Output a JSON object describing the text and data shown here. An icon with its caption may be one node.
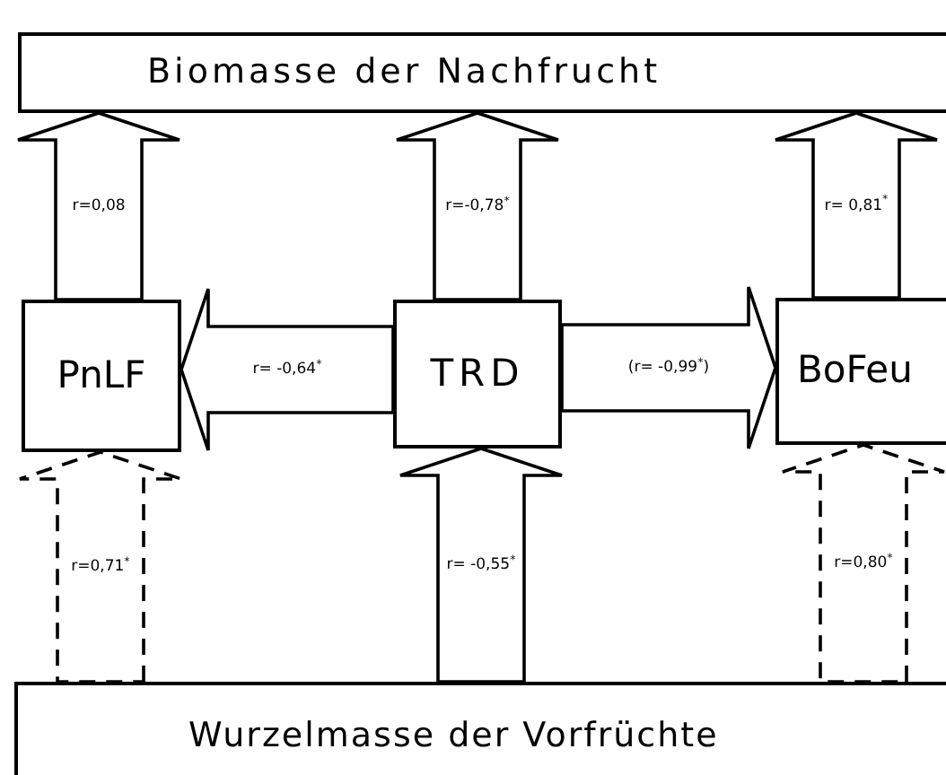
{
  "diagram": {
    "nodes": [
      {
        "text": [
          "Biomasse der Nachfrucht"
        ]
      },
      {
        "text": [
          "PnLF"
        ]
      },
      {
        "text": [
          "TRD"
        ]
      },
      {
        "text": [
          "BoFeu"
        ]
      },
      {
        "text": [
          "Wurzelmasse der Vorfrüchte"
        ]
      }
    ],
    "edges": [
      {
        "from": 1,
        "to": 0,
        "arrow": "to",
        "label": "r=0,08"
      },
      {
        "from": 2,
        "to": 0,
        "arrow": "to",
        "label": "r=-0,78$^{*}$"
      },
      {
        "from": 3,
        "to": 0,
        "arrow": "to",
        "label": "r= 0,81$^{*}$"
      },
      {
        "from": 2,
        "to": 1,
        "arrow": "to",
        "label": "r= -0,64$^{*}$"
      },
      {
        "from": 2,
        "to": 3,
        "arrow": "to",
        "label": "(r= -0,99$^{*}$)"
      },
      {
        "from": 4,
        "to": 1,
        "arrow": "to",
        "label": "r=0,71$^{*}$",
        "style": "dashed"
      },
      {
        "from": 4,
        "to": 2,
        "arrow": "to",
        "label": "r= -0,55$^{*}$"
      },
      {
        "from": 4,
        "to": 3,
        "arrow": "to",
        "label": "r=0,80$^{*}$",
        "style": "dashed"
      }
    ]
  }
}
